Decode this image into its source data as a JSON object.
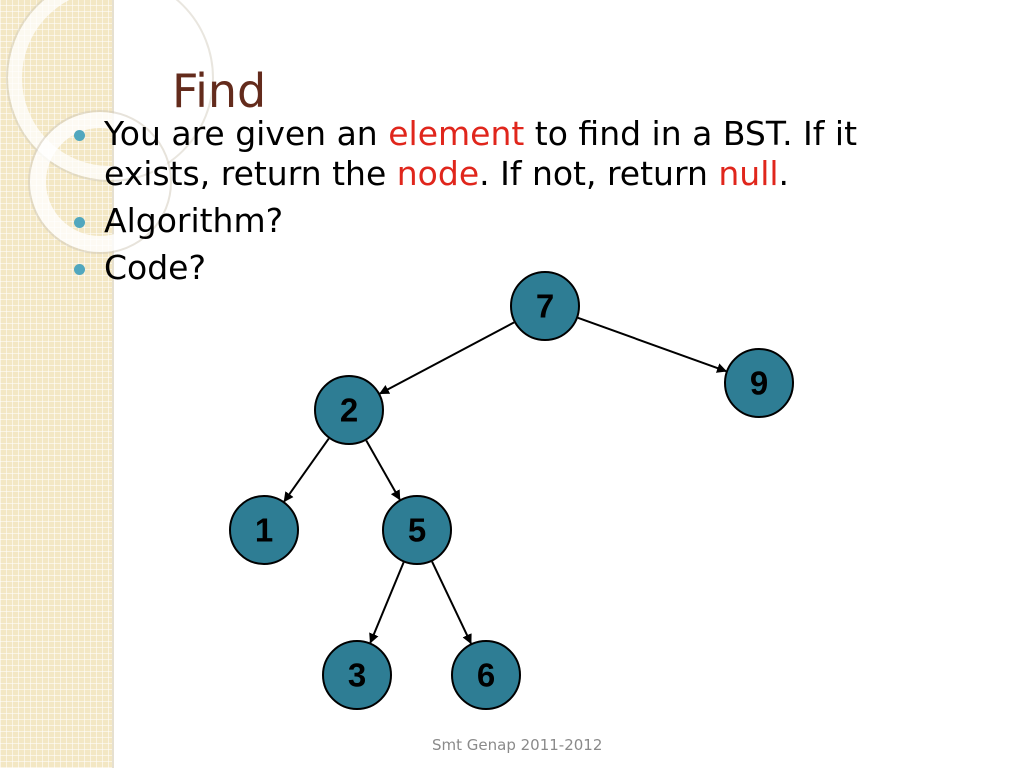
{
  "slide": {
    "title": "Find",
    "footer": "Smt Genap 2011-2012",
    "colors": {
      "title": "#632b1c",
      "accent": "#e0261c",
      "bullet_dot": "#51a7be",
      "node_fill": "#2e7d94",
      "side_panel": "#f3e7c4"
    }
  },
  "bullets": [
    {
      "segments": [
        {
          "text": "You are given an ",
          "accent": false
        },
        {
          "text": "element",
          "accent": true
        },
        {
          "text": " to find in a BST. If it exists, return the ",
          "accent": false
        },
        {
          "text": "node",
          "accent": true
        },
        {
          "text": ". If not, return ",
          "accent": false
        },
        {
          "text": "null",
          "accent": true
        },
        {
          "text": ".",
          "accent": false
        }
      ]
    },
    {
      "segments": [
        {
          "text": "Algorithm?",
          "accent": false
        }
      ]
    },
    {
      "segments": [
        {
          "text": "Code?",
          "accent": false
        }
      ]
    }
  ],
  "tree": {
    "nodes": [
      {
        "id": "n7",
        "label": "7"
      },
      {
        "id": "n9",
        "label": "9"
      },
      {
        "id": "n2",
        "label": "2"
      },
      {
        "id": "n1",
        "label": "1"
      },
      {
        "id": "n5",
        "label": "5"
      },
      {
        "id": "n3",
        "label": "3"
      },
      {
        "id": "n6",
        "label": "6"
      }
    ],
    "edges": [
      {
        "from": "n7",
        "to": "n2"
      },
      {
        "from": "n7",
        "to": "n9"
      },
      {
        "from": "n2",
        "to": "n1"
      },
      {
        "from": "n2",
        "to": "n5"
      },
      {
        "from": "n5",
        "to": "n3"
      },
      {
        "from": "n5",
        "to": "n6"
      }
    ]
  }
}
